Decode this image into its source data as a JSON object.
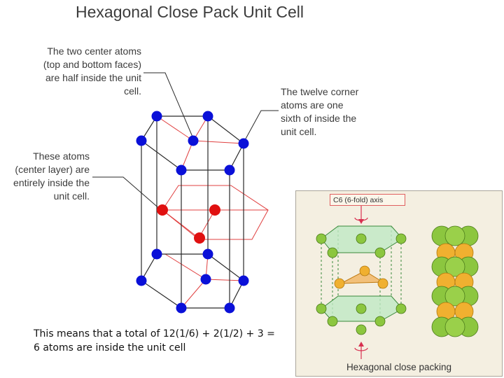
{
  "title": "Hexagonal Close Pack Unit Cell",
  "callouts": {
    "center_atoms": [
      "The two center atoms",
      "(top and bottom faces)",
      "are half inside the unit",
      "cell."
    ],
    "corner_atoms": [
      "The twelve corner",
      "atoms are one",
      "sixth of  inside the",
      "unit cell."
    ],
    "center_layer": [
      "These atoms",
      "(center layer) are",
      "entirely inside the",
      "unit cell."
    ]
  },
  "summary": {
    "line1": "This means that a total of 12(1/6) + 2(1/2) + 3 =",
    "line2": "6 atoms are inside the unit cell"
  },
  "inset": {
    "axis_label": "C6 (6-fold) axis",
    "caption": "Hexagonal close packing"
  },
  "colors": {
    "corner_atom": "#0a10d8",
    "center_layer_atom": "#e01010",
    "edge_line": "#2a2a2a",
    "inner_line": "#e04040",
    "green_atom": "#8cc63f",
    "orange_atom": "#f0b030",
    "inset_background": "#f4efe1"
  }
}
